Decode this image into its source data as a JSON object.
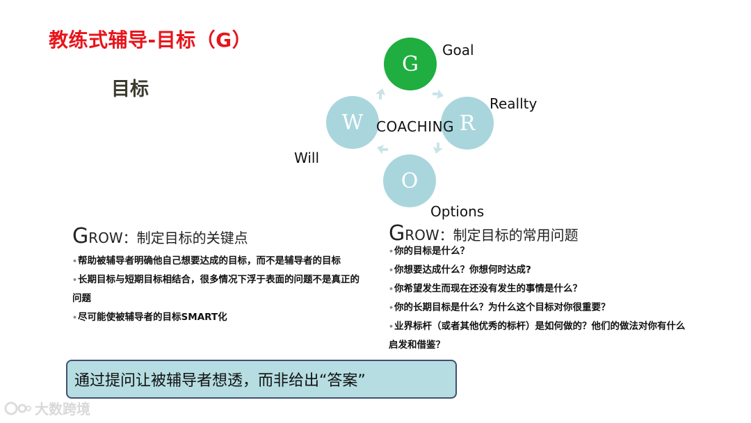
{
  "title": "教练式辅导-目标（G）",
  "subtitle": "目标",
  "cycle": {
    "center_label": "COACHING",
    "nodes": {
      "g": {
        "letter": "G",
        "label": "Goal"
      },
      "r": {
        "letter": "R",
        "label": "Reallty"
      },
      "o": {
        "letter": "O",
        "label": "Options"
      },
      "w": {
        "letter": "W",
        "label": "Will"
      }
    },
    "colors": {
      "active": "#1fae3f",
      "inactive": "#a9d6dc"
    }
  },
  "left": {
    "heading_initial": "G",
    "heading_rest": "ROW",
    "heading_sep": "：",
    "heading_text": "制定目标的关键点",
    "items": [
      "帮助被辅导者明确他自己想要达成的目标，而不是辅导者的目标",
      "长期目标与短期目标相结合，很多情况下浮于表面的问题不是真正的问题",
      "尽可能使被辅导者的目标SMART化"
    ]
  },
  "right": {
    "heading_initial": "G",
    "heading_rest": "ROW",
    "heading_sep": "：",
    "heading_text": "制定目标的常用问题",
    "items": [
      "你的目标是什么？",
      "你想要达成什么？你想何时达成?",
      "你希望发生而现在还没有发生的事情是什么？",
      "你的长期目标是什么？为什么这个目标对你很重要？",
      "业界标杆（或者其他优秀的标杆）是如何做的？他们的做法对你有什么启发和借鉴？",
      "……"
    ]
  },
  "callout": "通过提问让被辅导者想透，而非给出“答案”",
  "watermark": "大数跨境"
}
